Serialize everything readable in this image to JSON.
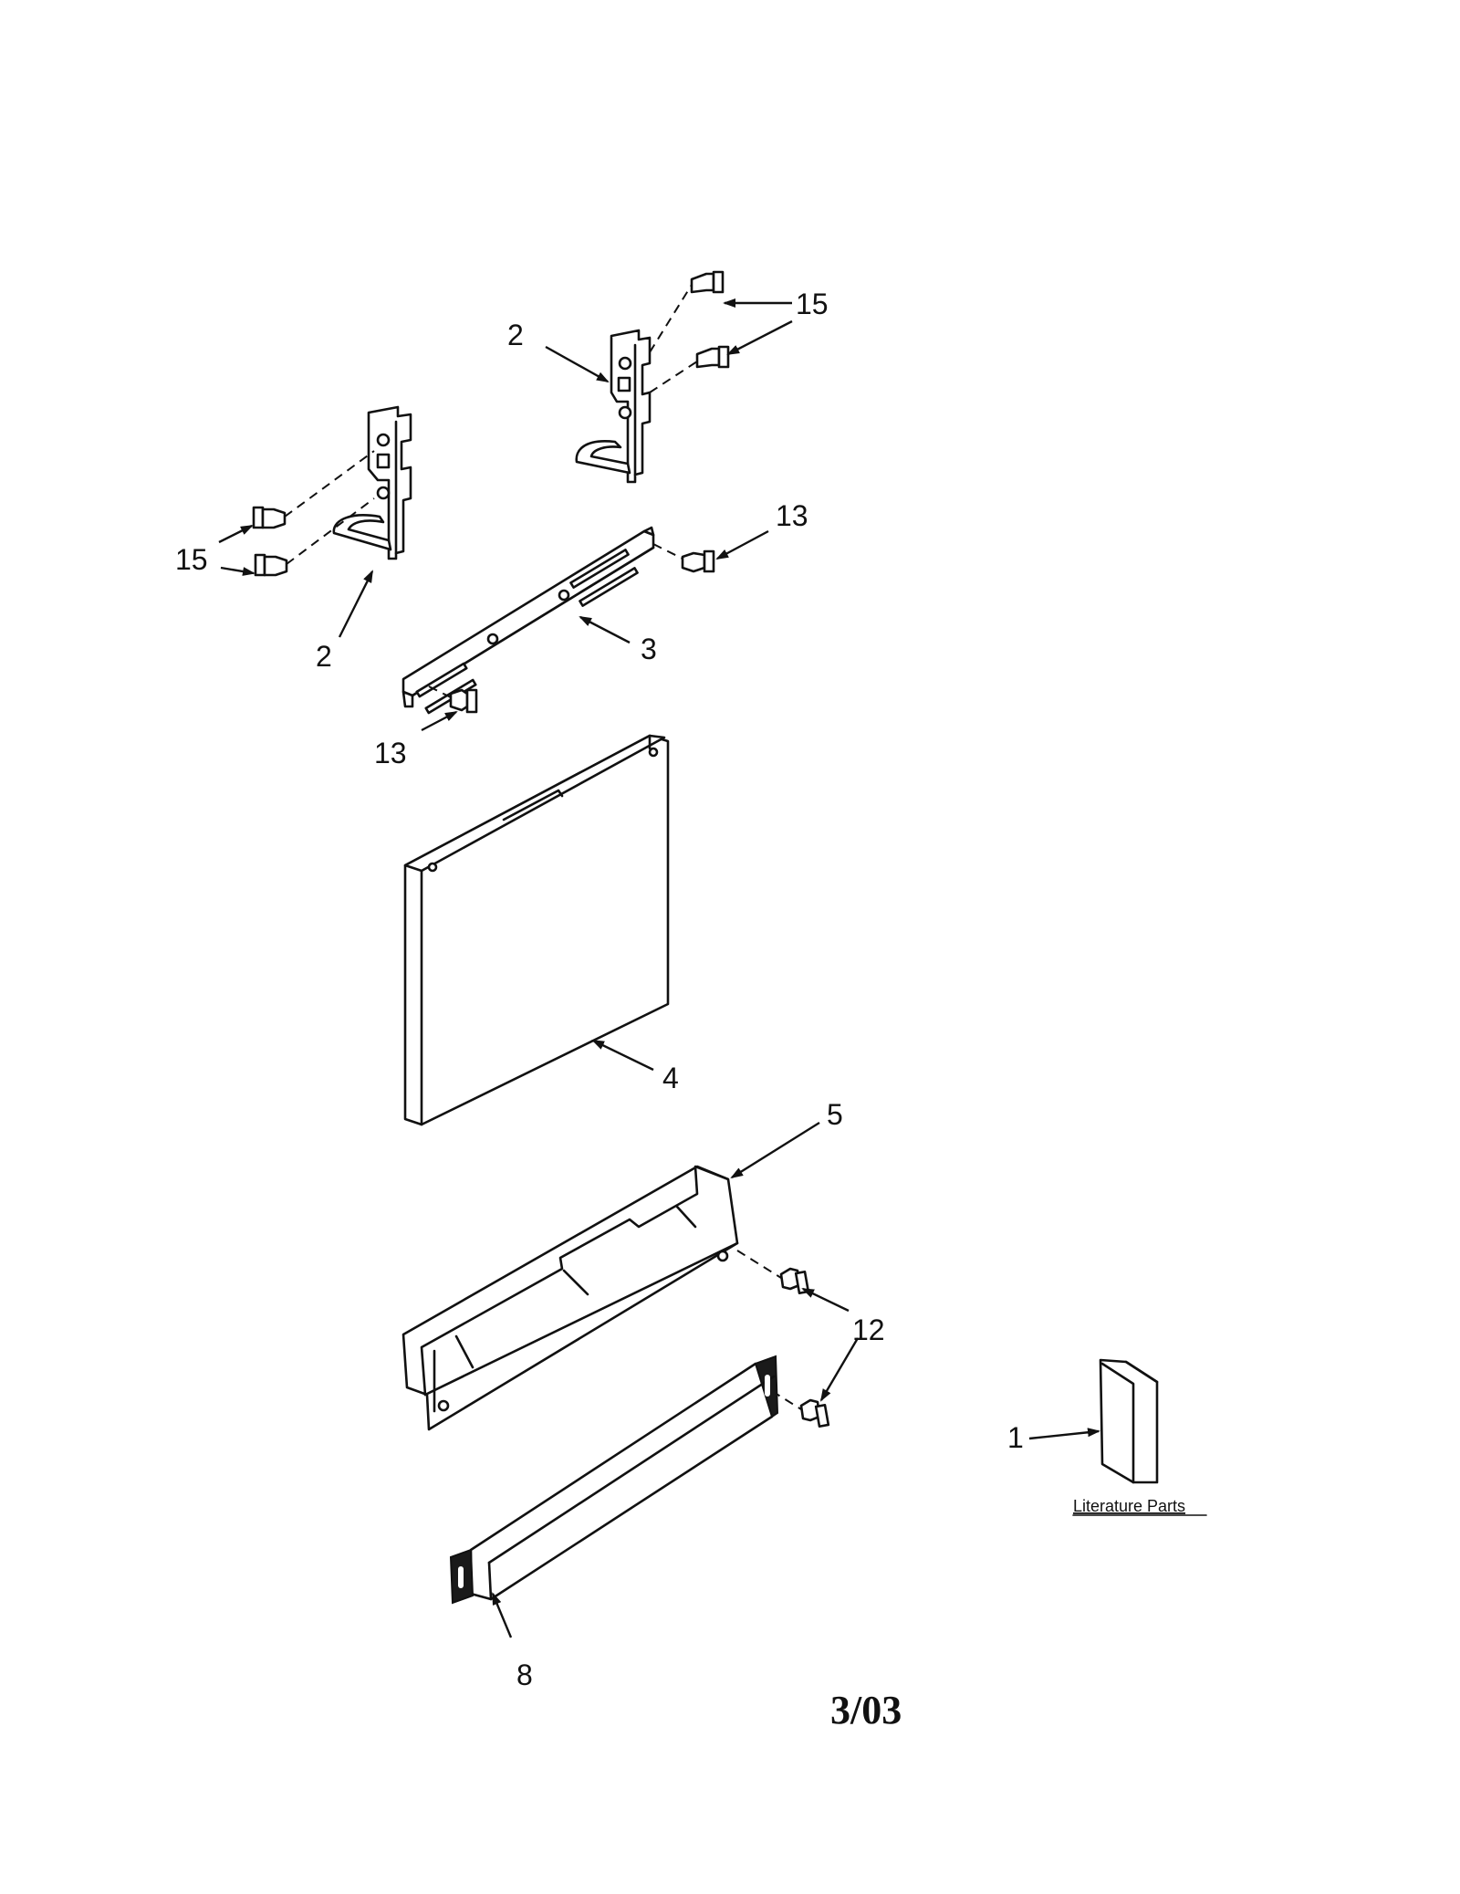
{
  "callouts": {
    "bracket_right": "2",
    "bracket_left": "2",
    "screws_top_right": "15",
    "screws_left": "15",
    "screw_13_upper": "13",
    "screw_13_lower": "13",
    "mount_rail": "3",
    "door_panel": "4",
    "toe_panel": "5",
    "screws_12": "12",
    "kick_plate": "8",
    "literature": "1"
  },
  "literature_label": "Literature Parts",
  "date_mark": "3/03",
  "colors": {
    "ink": "#111111",
    "paper": "#ffffff"
  }
}
